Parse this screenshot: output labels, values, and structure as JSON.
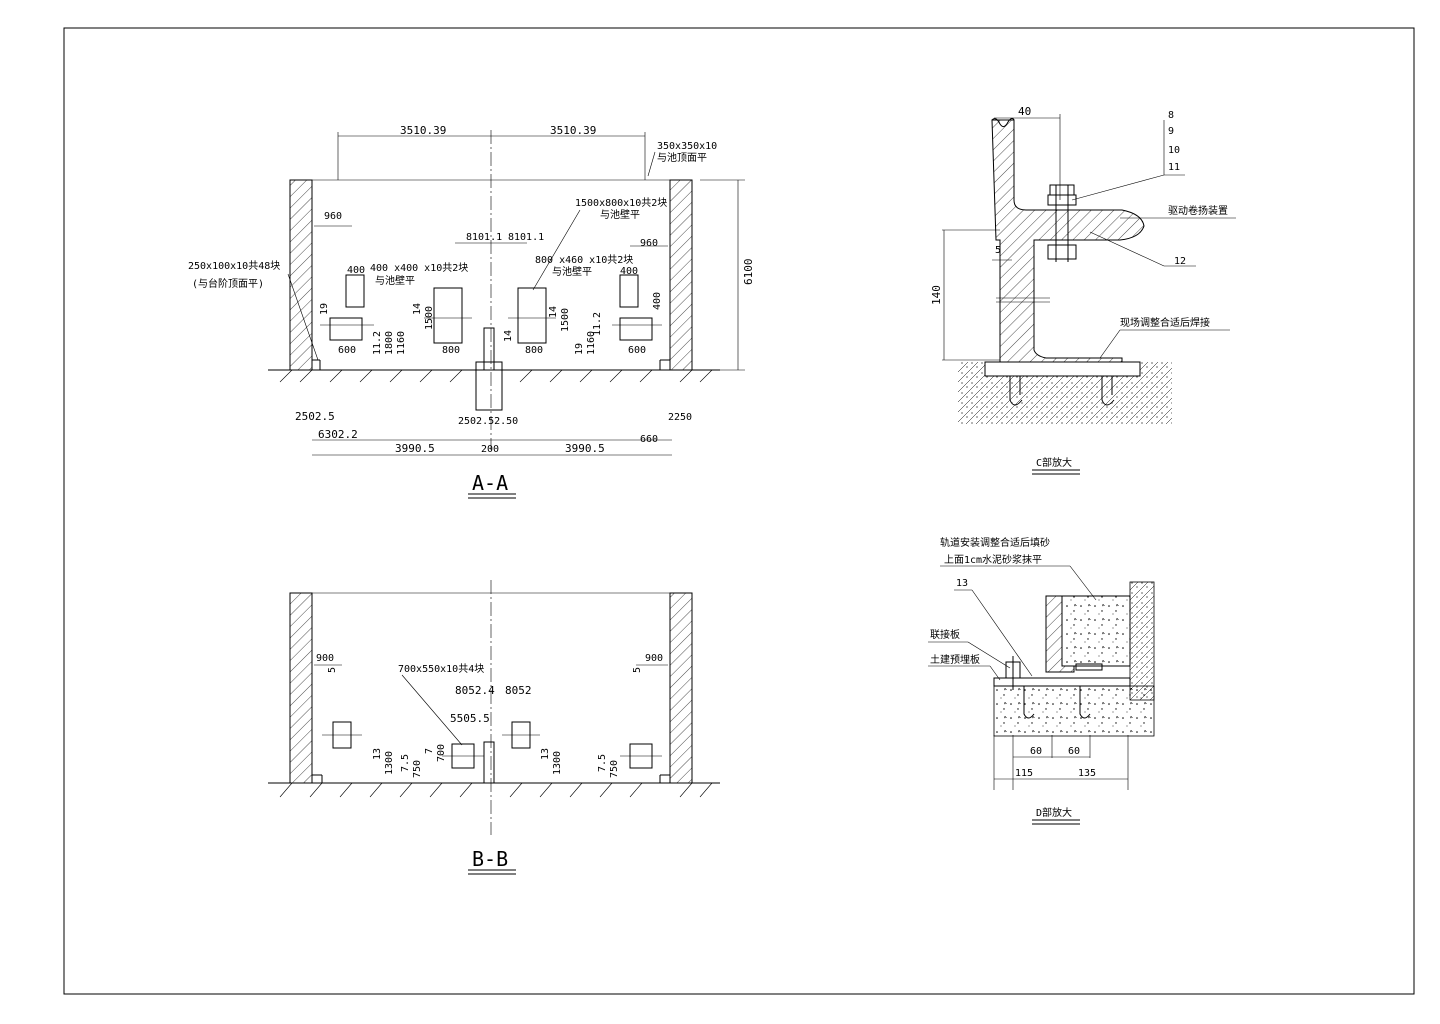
{
  "section_aa": {
    "title": "A-A",
    "top_dims": [
      "3510.39",
      "3510.39"
    ],
    "height_dim": "6100",
    "note_top_plate": [
      "350x350x10",
      "与池顶面平"
    ],
    "note_side_plate": [
      "1500x800x10共2块",
      "与池壁平"
    ],
    "note_step_plate": [
      "250x100x10共48块",
      "(与台阶顶面平)"
    ],
    "note_left_block": [
      "400 x400 x10共2块",
      "与池壁平"
    ],
    "note_right_block": [
      "800 x460 x10共2块",
      "与池壁平"
    ],
    "dims_960": [
      "960",
      "960"
    ],
    "dims_center": [
      "8101.1",
      "8101.1"
    ],
    "dims_400": [
      "400",
      "400"
    ],
    "dims_misc": [
      "11.2",
      "1800",
      "1160",
      "14",
      "1500",
      "800",
      "14",
      "14",
      "1500",
      "19",
      "1160",
      "11.2",
      "800",
      "600",
      "600",
      "400",
      "19"
    ],
    "bottom_dims": [
      "2502.5",
      "6302.2",
      "3990.5",
      "200",
      "2502.52.50",
      "3990.5",
      "660",
      "2250"
    ]
  },
  "section_bb": {
    "title": "B-B",
    "note_plate": "700x550x10共4块",
    "dims_900": [
      "900",
      "900"
    ],
    "dims_center": [
      "8052.4",
      "8052"
    ],
    "dims_misc": [
      "5",
      "5",
      "5505.5",
      "13",
      "1300",
      "7.5",
      "750",
      "7",
      "700",
      "13",
      "1300",
      "7.5",
      "750"
    ]
  },
  "detail_c": {
    "title": "C部放大",
    "dim_top": "40",
    "dim_left": "140",
    "dim_small": "5",
    "parts": [
      "8",
      "9",
      "10",
      "11",
      "12"
    ],
    "note_drive": "驱动卷扬装置",
    "note_weld": "现场调整合适后焊接"
  },
  "detail_d": {
    "title": "D部放大",
    "note_top": [
      "轨道安装调整合适后填砂",
      "上面1cm水泥砂浆抹平"
    ],
    "part": "13",
    "note_link": "联接板",
    "note_embed": "土建预埋板",
    "dims_top": [
      "60",
      "60"
    ],
    "dims_bottom": [
      "115",
      "135"
    ]
  },
  "colors": {
    "line": "#000000",
    "background": "#ffffff"
  }
}
